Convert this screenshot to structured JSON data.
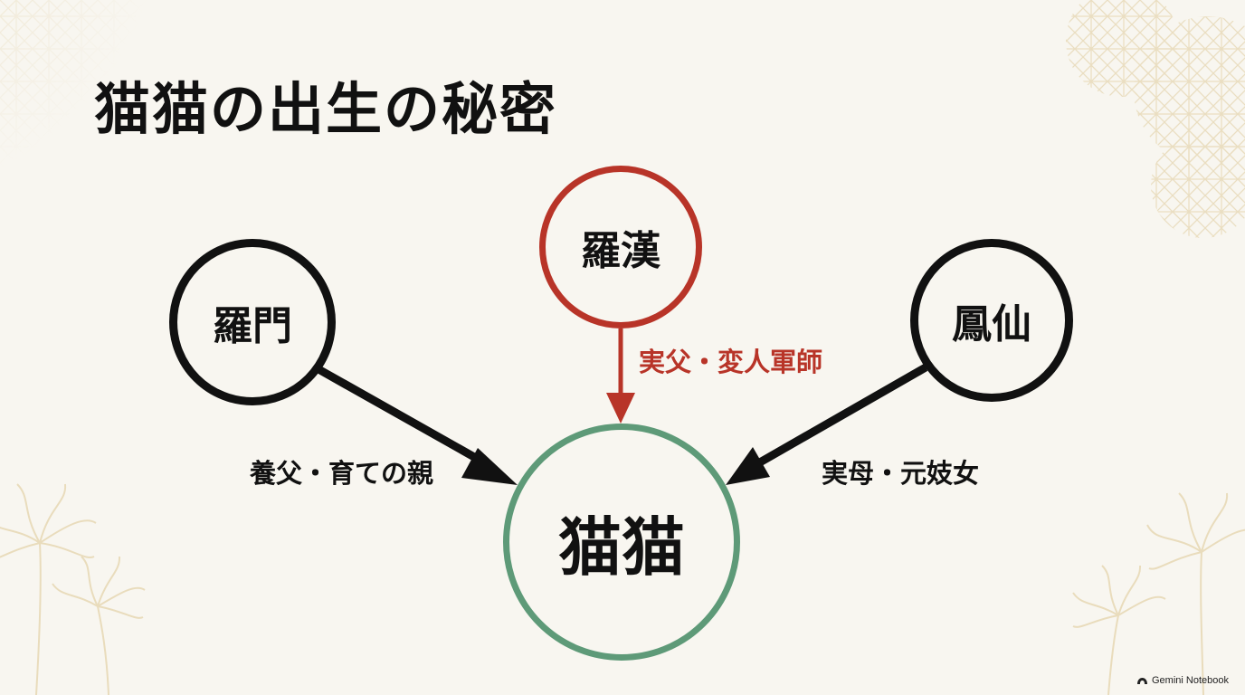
{
  "title": "猫猫の出生の秘密",
  "nodes": {
    "luomen": "羅門",
    "luohan": "羅漢",
    "fengxian": "鳳仙",
    "maomao": "猫猫"
  },
  "edges": {
    "luomen": "養父・育ての親",
    "luohan": "実父・変人軍師",
    "fengxian": "実母・元妓女"
  },
  "watermark": "Gemini Notebook",
  "colors": {
    "background": "#f8f6f0",
    "father_red": "#b83428",
    "center_green": "#5e9a78",
    "ink": "#111111",
    "decor_gold": "#e9dcbc"
  }
}
